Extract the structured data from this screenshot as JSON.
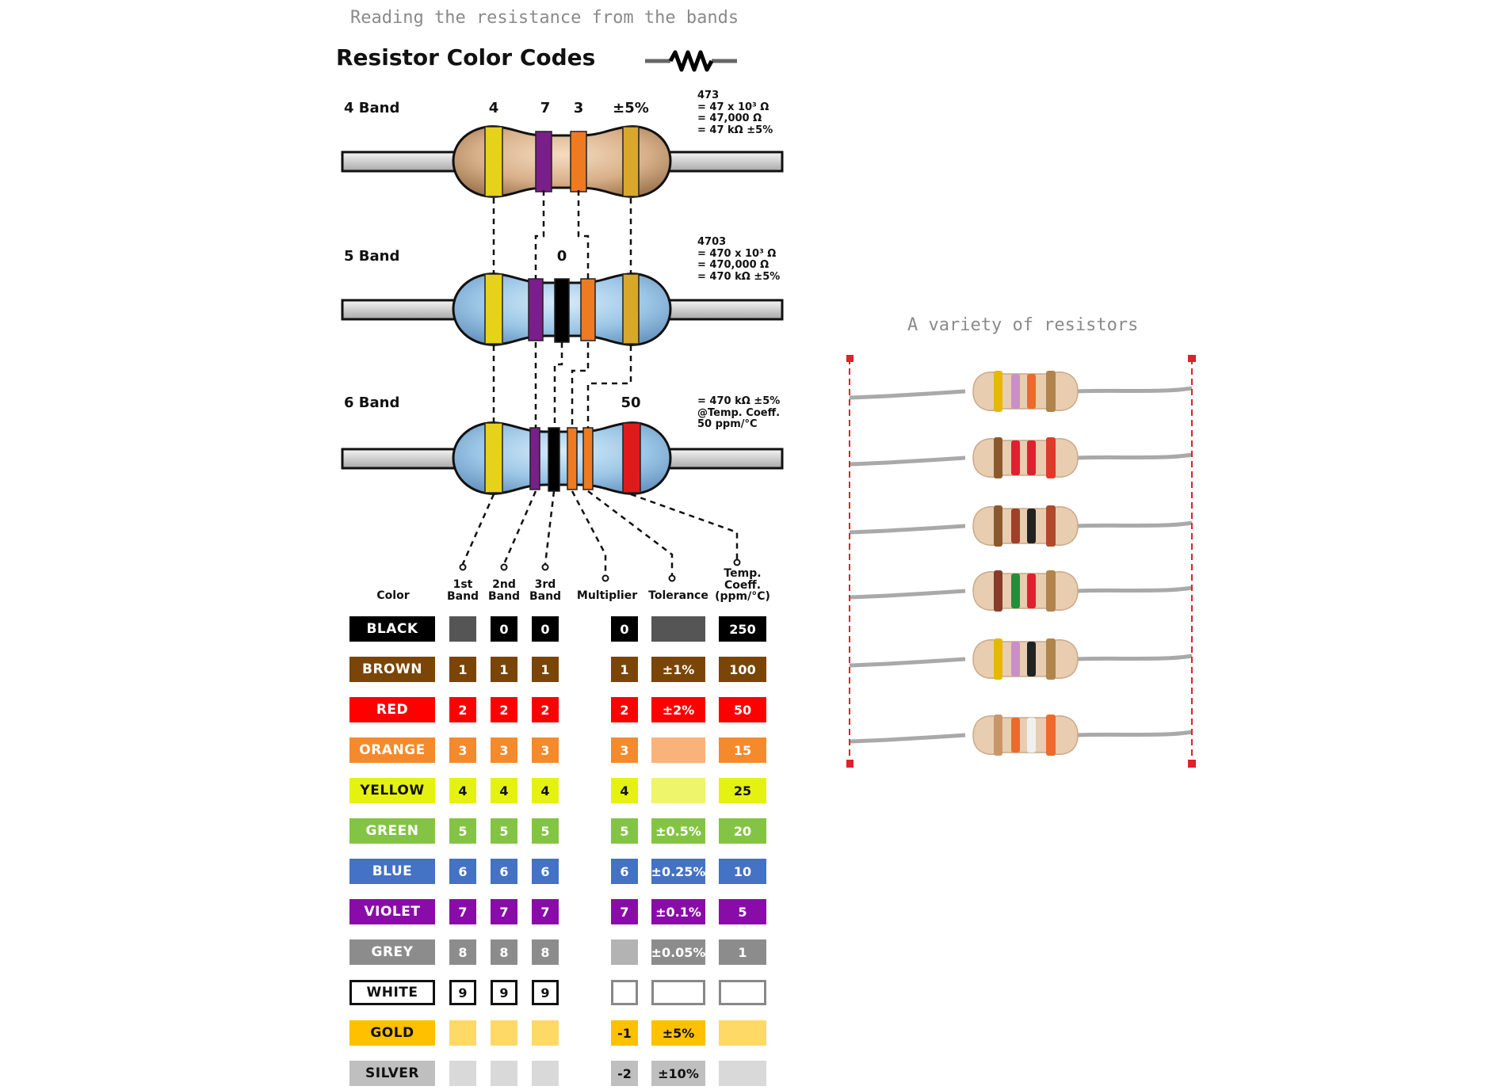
{
  "captions": {
    "left": "Reading the resistance from the bands",
    "right": "A variety of resistors"
  },
  "title": "Resistor Color Codes",
  "resistors": {
    "four_band": {
      "label": "4 Band",
      "digits": [
        "4",
        "7",
        "3",
        "±5%"
      ],
      "equations": [
        "473",
        "= 47 x 10³ Ω",
        "= 47,000 Ω",
        "= 47 kΩ ±5%"
      ]
    },
    "five_band": {
      "label": "5 Band",
      "digits": [
        "0"
      ],
      "equations": [
        "4703",
        "= 470 x 10³ Ω",
        "= 470,000 Ω",
        "= 470 kΩ ±5%"
      ]
    },
    "six_band": {
      "label": "6 Band",
      "digits": [
        "50"
      ],
      "equations": [
        "= 470 kΩ ±5%",
        "@Temp. Coeff.",
        "50 ppm/°C"
      ]
    }
  },
  "table": {
    "headers": {
      "color": "Color",
      "first": [
        "1st",
        "Band"
      ],
      "second": [
        "2nd",
        "Band"
      ],
      "third": [
        "3rd",
        "Band"
      ],
      "multiplier": "Multiplier",
      "tolerance": "Tolerance",
      "temp": [
        "Temp.",
        "Coeff.",
        "(ppm/°C)"
      ]
    },
    "rows": [
      {
        "name": "BLACK",
        "bg": "#000000",
        "fg": "#ffffff",
        "d1": "",
        "d1bg": "#555555",
        "d2": "0",
        "d3": "0",
        "mult": "0",
        "tol": "",
        "tolbg": "#555555",
        "temp": "250"
      },
      {
        "name": "BROWN",
        "bg": "#7a4506",
        "fg": "#ffffff",
        "d1": "1",
        "d2": "1",
        "d3": "1",
        "mult": "1",
        "tol": "±1%",
        "temp": "100"
      },
      {
        "name": "RED",
        "bg": "#ff0000",
        "fg": "#ffffff",
        "d1": "2",
        "d2": "2",
        "d3": "2",
        "mult": "2",
        "tol": "±2%",
        "temp": "50"
      },
      {
        "name": "ORANGE",
        "bg": "#f58a2c",
        "fg": "#ffffff",
        "d1": "3",
        "d2": "3",
        "d3": "3",
        "mult": "3",
        "tol": "",
        "tolbg": "#f9b37a",
        "temp": "15"
      },
      {
        "name": "YELLOW",
        "bg": "#e5f20f",
        "fg": "#111111",
        "d1": "4",
        "d2": "4",
        "d3": "4",
        "mult": "4",
        "tol": "",
        "tolbg": "#eef56a",
        "temp": "25"
      },
      {
        "name": "GREEN",
        "bg": "#84c444",
        "fg": "#ffffff",
        "d1": "5",
        "d2": "5",
        "d3": "5",
        "mult": "5",
        "tol": "±0.5%",
        "temp": "20"
      },
      {
        "name": "BLUE",
        "bg": "#4472c4",
        "fg": "#ffffff",
        "d1": "6",
        "d2": "6",
        "d3": "6",
        "mult": "6",
        "tol": "±0.25%",
        "temp": "10"
      },
      {
        "name": "VIOLET",
        "bg": "#8a0ca8",
        "fg": "#ffffff",
        "d1": "7",
        "d2": "7",
        "d3": "7",
        "mult": "7",
        "tol": "±0.1%",
        "temp": "5"
      },
      {
        "name": "GREY",
        "bg": "#8c8c8c",
        "fg": "#ffffff",
        "d1": "8",
        "d2": "8",
        "d3": "8",
        "mult": "",
        "multbg": "#b3b3b3",
        "tol": "±0.05%",
        "temp": "1"
      },
      {
        "name": "WHITE",
        "bg": "#ffffff",
        "fg": "#111111",
        "outline": true,
        "d1": "9",
        "d2": "9",
        "d3": "9",
        "mult": "",
        "multoutline": "#888888",
        "tol": "",
        "toloutline": "#888888",
        "temp": "",
        "tempoutline": "#888888"
      },
      {
        "name": "GOLD",
        "bg": "#ffc000",
        "fg": "#111111",
        "d1": "",
        "d1bg": "#ffd966",
        "d2": "",
        "d2bg": "#ffd966",
        "d3": "",
        "d3bg": "#ffd966",
        "mult": "-1",
        "tol": "±5%",
        "temp": "",
        "tempbg": "#ffd966"
      },
      {
        "name": "SILVER",
        "bg": "#bfbfbf",
        "fg": "#111111",
        "d1": "",
        "d1bg": "#d9d9d9",
        "d2": "",
        "d2bg": "#d9d9d9",
        "d3": "",
        "d3bg": "#d9d9d9",
        "mult": "-2",
        "tol": "±10%",
        "temp": "",
        "tempbg": "#d9d9d9"
      }
    ]
  },
  "photo_bands": [
    [
      "#e6b800",
      "#c98fc8",
      "#ee6a2a",
      "#b0844a"
    ],
    [
      "#8a5a2e",
      "#e02030",
      "#e02030",
      "#e03a2a"
    ],
    [
      "#8a5a2e",
      "#a0402a",
      "#222222",
      "#b04a2a"
    ],
    [
      "#8a3a2a",
      "#1f8f3a",
      "#e02030",
      "#b0844a"
    ],
    [
      "#e6b800",
      "#c98fc8",
      "#222222",
      "#b0844a"
    ],
    [
      "#c9966a",
      "#ee6a2a",
      "#f0f0f0",
      "#ee6a2a"
    ]
  ],
  "colors": {
    "body_4band": "#c9a07a",
    "body_blue": "#86b6da",
    "lead": "#c8c8c8",
    "marker": "#e0202a"
  }
}
